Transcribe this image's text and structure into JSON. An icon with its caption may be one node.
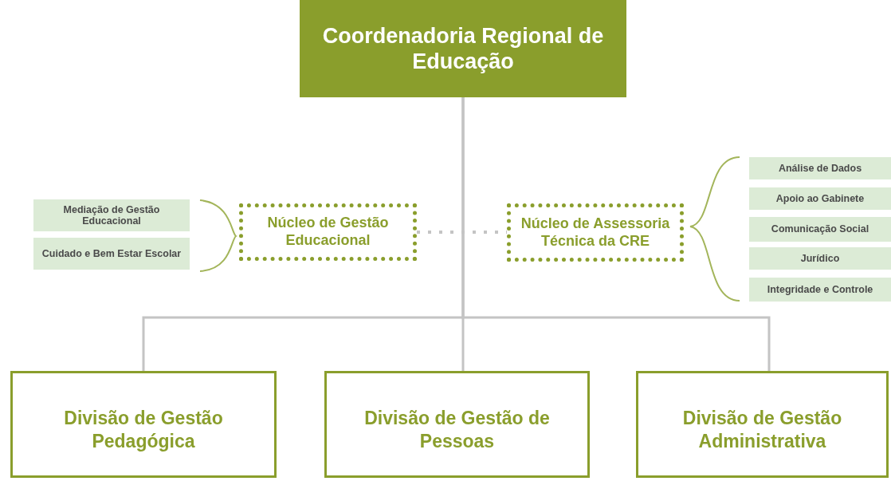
{
  "diagram": {
    "nodes": [
      {
        "text": [
          "Coordenadoria Regional de Educação"
        ]
      },
      {
        "text": [
          "Núcleo de Gestão Educacional"
        ]
      },
      {
        "text": [
          "Núcleo de Assessoria Técnica da CRE"
        ]
      },
      {
        "text": [
          "Mediação de Gestão Educacional"
        ]
      },
      {
        "text": [
          "Cuidado e Bem Estar Escolar"
        ]
      },
      {
        "text": [
          "Análise de Dados"
        ]
      },
      {
        "text": [
          "Apoio ao Gabinete"
        ]
      },
      {
        "text": [
          "Comunicação Social"
        ]
      },
      {
        "text": [
          "Jurídico"
        ]
      },
      {
        "text": [
          "Integridade e Controle"
        ]
      },
      {
        "text": [
          "Divisão de Gestão Pedagógica"
        ]
      },
      {
        "text": [
          "Divisão de Gestão de Pessoas"
        ]
      },
      {
        "text": [
          "Divisão de Gestão Administrativa"
        ]
      }
    ],
    "edges": [
      {
        "from": 0,
        "to": 10,
        "arrow": "none"
      },
      {
        "from": 0,
        "to": 11,
        "arrow": "none"
      },
      {
        "from": 0,
        "to": 12,
        "arrow": "none"
      },
      {
        "from": 1,
        "to": 2,
        "arrow": "none",
        "style": "dashed"
      }
    ]
  }
}
